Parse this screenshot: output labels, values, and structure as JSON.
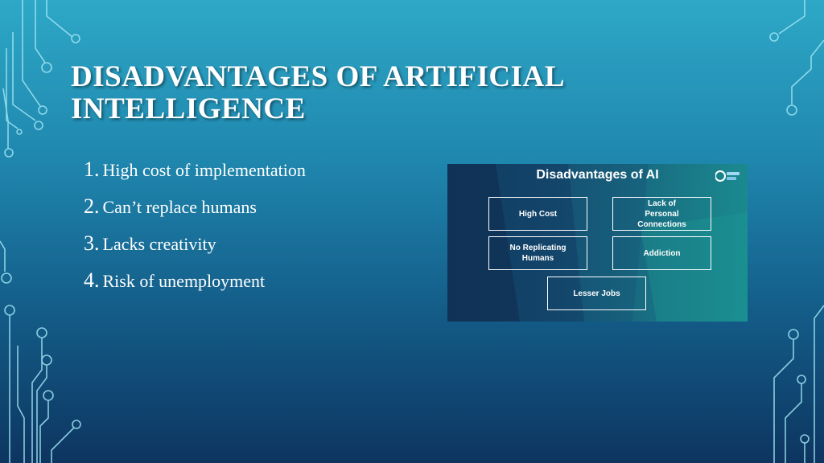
{
  "slide": {
    "title": "DISADVANTAGES OF ARTIFICIAL INTELLIGENCE",
    "items": [
      {
        "num": "1.",
        "text": "High cost of implementation"
      },
      {
        "num": "2.",
        "text": "Can’t replace humans"
      },
      {
        "num": "3.",
        "text": "Lacks creativity"
      },
      {
        "num": "4.",
        "text": "Risk of unemployment"
      }
    ]
  },
  "image": {
    "title": "Disadvantages of AI",
    "logo_icon": "brand-logo-icon",
    "boxes": [
      "High Cost",
      "Lack of Personal Connections",
      "No Replicating Humans",
      "Addiction",
      "Lesser Jobs"
    ]
  },
  "colors": {
    "background_top": "#2ea8c7",
    "background_bottom": "#0d3560",
    "circuit": "#9fe4f3",
    "text": "#ffffff"
  }
}
